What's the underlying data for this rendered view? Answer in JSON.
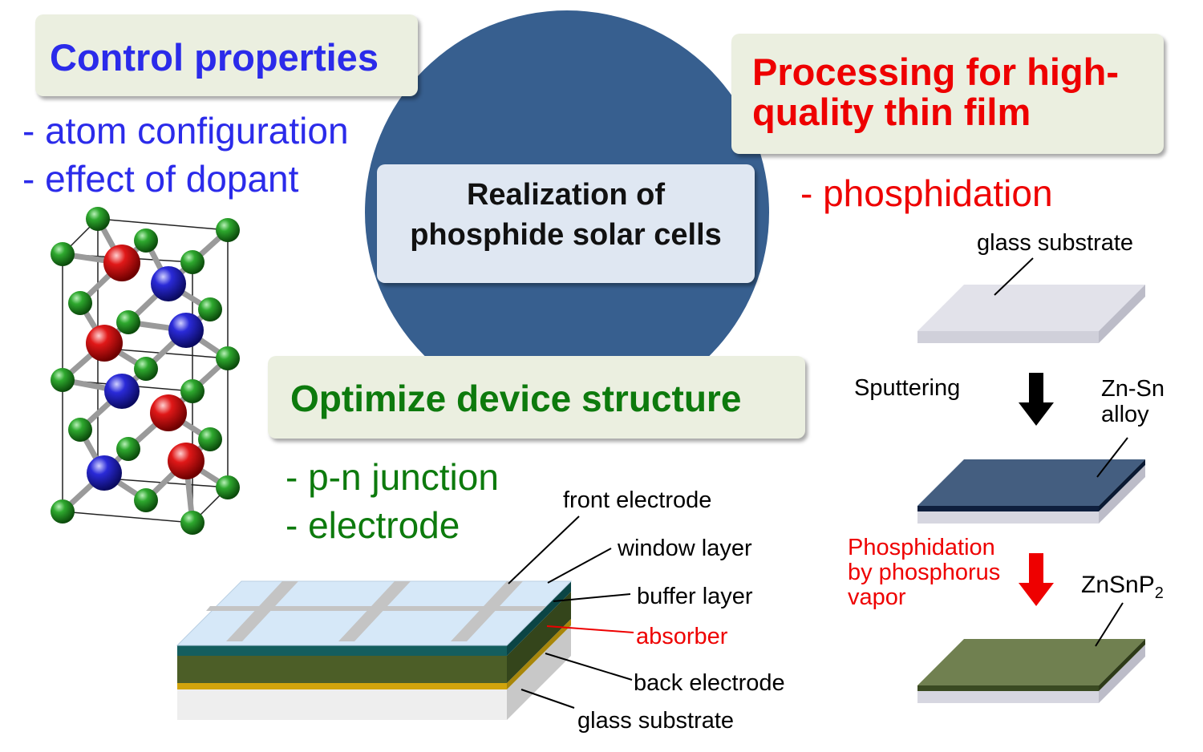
{
  "colors": {
    "blue_text": "#2b2bea",
    "red_text": "#ee0000",
    "green_text": "#0d7a0d",
    "circle": "#375f8f",
    "box_fill": "#ebefe0",
    "center_box_fill": "#dfe7f2"
  },
  "center": {
    "title_line1": "Realization of",
    "title_line2": "phosphide solar cells"
  },
  "control": {
    "title": "Control properties",
    "items": [
      "- atom configuration",
      "- effect of dopant"
    ]
  },
  "processing": {
    "title_line1": "Processing for high-",
    "title_line2": "quality thin film",
    "items": [
      "- phosphidation"
    ]
  },
  "optimize": {
    "title": "Optimize device structure",
    "items": [
      "- p-n junction",
      "- electrode"
    ]
  },
  "device_labels": {
    "front_electrode": "front electrode",
    "window_layer": "window layer",
    "buffer_layer": "buffer layer",
    "absorber": "absorber",
    "back_electrode": "back electrode",
    "glass_substrate": "glass substrate"
  },
  "process_flow": {
    "glass_substrate": "glass substrate",
    "sputtering": "Sputtering",
    "znsn_line1": "Zn-Sn",
    "znsn_line2": "alloy",
    "phos_line1": "Phosphidation",
    "phos_line2": "by phosphorus",
    "phos_line3": "vapor",
    "product_main": "ZnSnP",
    "product_sub": "2"
  }
}
